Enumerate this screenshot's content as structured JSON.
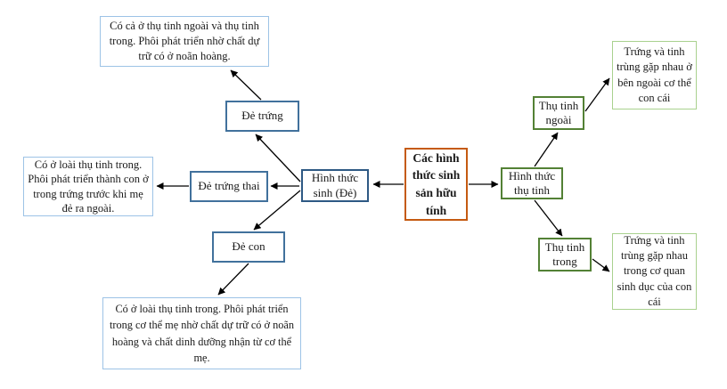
{
  "diagram": {
    "title": "Các hình thức sinh sản hữu tính",
    "nodes": {
      "center": {
        "label": "Các hình thức sinh sản hữu tính"
      },
      "hub_sinh": {
        "label": "Hình thức sinh (Đẻ)"
      },
      "de_trung": {
        "label": "Đẻ trứng"
      },
      "de_trung_thai": {
        "label": "Đẻ trứng thai"
      },
      "de_con": {
        "label": "Đẻ con"
      },
      "hub_thu_tinh": {
        "label": "Hình thức thụ tinh"
      },
      "thu_tinh_ngoai": {
        "label": "Thụ tinh ngoài"
      },
      "thu_tinh_trong": {
        "label": "Thụ tinh trong"
      },
      "desc_de_trung": {
        "label": "Có cả ở thụ tinh ngoài và thụ tinh trong. Phôi phát triển nhờ chất dự trữ có ở noãn hoàng."
      },
      "desc_de_trung_thai": {
        "label": "Có ở loài thụ tinh trong. Phôi phát triển thành con ở trong trứng trước khi mẹ đẻ ra ngoài."
      },
      "desc_de_con": {
        "label": "Có ở loài thụ tinh trong. Phôi phát triển trong cơ thể mẹ nhờ chất dự trữ có ở noãn hoàng và chất dinh dưỡng nhận từ cơ thể mẹ."
      },
      "desc_thu_tinh_ngoai": {
        "label": "Trứng và tinh trùng gặp nhau ở bên ngoài cơ thể con cái"
      },
      "desc_thu_tinh_trong": {
        "label": "Trứng và tinh trùng gặp nhau trong cơ quan sinh dục của con cái"
      }
    }
  },
  "colors": {
    "center_border": "#C55A11",
    "blue_hub_border": "#2E5984",
    "blue_node_border": "#41719C",
    "blue_desc_border": "#9DC3E6",
    "green_hub_border": "#538135",
    "green_node_border": "#538135",
    "green_desc_border": "#A9D18E",
    "arrow_line": "#000000"
  }
}
